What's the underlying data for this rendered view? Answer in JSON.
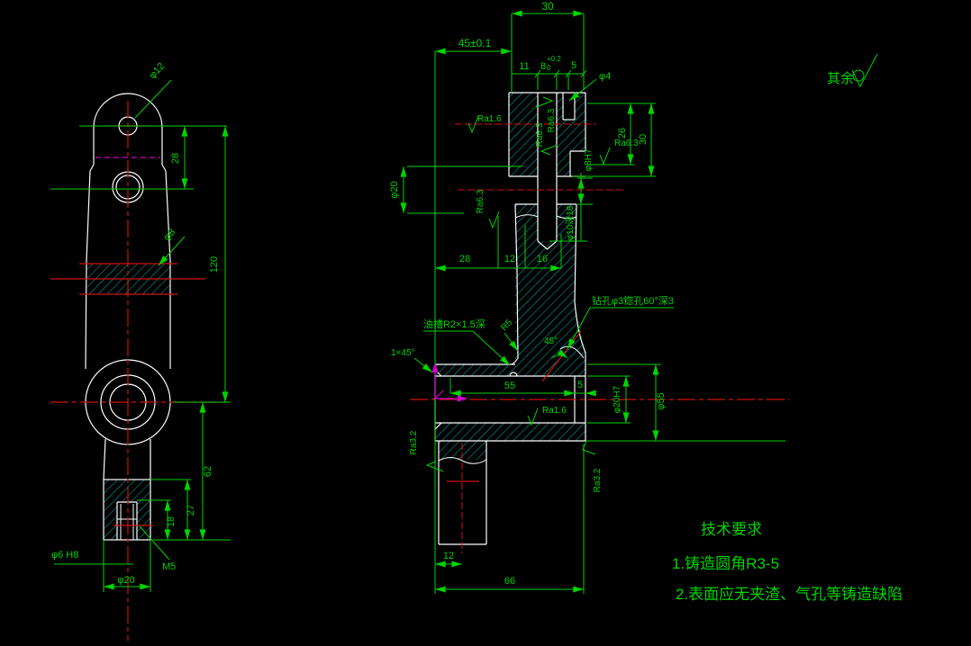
{
  "meta": {
    "app": "cad-drawing-viewport",
    "colors": {
      "bg": "#000000",
      "outline": "#ffffff",
      "dimension": "#00d400",
      "centerline": "#cf1010",
      "hatch": "#00c8c8",
      "auxiliary": "#cc00cc"
    }
  },
  "left": {
    "lead_top": "φ12",
    "lead_mid": "φ8",
    "d28": "28",
    "d120": "120",
    "d62": "62",
    "d27": "27",
    "d18": "18",
    "thread": "M5",
    "fit": "φ6 H8",
    "d20": "φ20"
  },
  "right": {
    "top30": "30",
    "t45": "45±0.1",
    "d11": "11",
    "d8": "8",
    "d8tu": "+0.2",
    "d8tl": "0",
    "d5t": "5",
    "d4": "φ4",
    "ra16t": "Ra1.6",
    "ra63a": "Ra6.3",
    "ra63b": "Ra6.3",
    "ra63r": "Ra6.3",
    "ra63m": "Ra6.3",
    "d26": "26",
    "r30": "30",
    "d8h7": "φ8H7",
    "d20l": "φ20",
    "depth": "φ10深18",
    "d28": "28",
    "d12": "12",
    "d16": "16",
    "oil": "油槽R2×1.5深",
    "r5": "R5",
    "drill": "钻孔φ3锪孔60°深3",
    "a45": "45°",
    "cham": "1×45°",
    "d55": "55",
    "d5b": "5",
    "ra16b": "Ra1.6",
    "d20h7": "φ20H7",
    "d55o": "φ55",
    "ra32l": "Ra3.2",
    "ra32r": "Ra3.2",
    "d12b": "12",
    "d66": "66"
  },
  "notes": {
    "others": "其余",
    "title": "技术要求",
    "req1": "1.铸造圆角R3-5",
    "req2": "2.表面应无夹渣、气孔等铸造缺陷"
  }
}
